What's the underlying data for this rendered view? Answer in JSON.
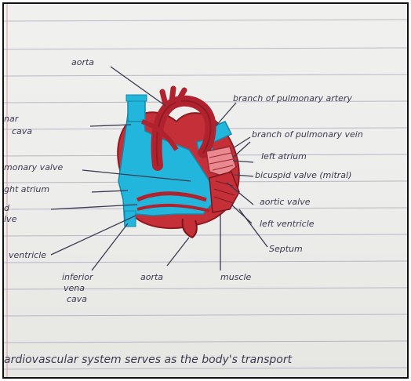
{
  "labels": {
    "aorta_top": "aorta",
    "branch_pulmonary_artery": "branch of pulmonary artery",
    "vena_cava_a": "nar",
    "vena_cava_b": "cava",
    "branch_pulmonary_vein": "branch of pulmonary vein",
    "left_atrium": "left atrium",
    "pulmonary_valve": "monary valve",
    "bicuspid_valve": "bicuspid valve (mitral)",
    "right_atrium": "ght atrium",
    "tricuspid_a": "d",
    "tricuspid_b": "lve",
    "aortic_valve": "aortic valve",
    "left_ventricle": "left ventricle",
    "septum": "Septum",
    "ventricle": "ventricle",
    "inferior_a": "inferior",
    "inferior_b": "vena",
    "inferior_c": "cava",
    "aorta_bottom": "aorta",
    "muscle": "muscle"
  },
  "sentence": "ardiovascular system serves as the body's transport",
  "colors": {
    "paper": "#eeeeec",
    "rule_line": "#9a9ab4",
    "margin_line": "#d9a0a8",
    "ink": "#3a3a52",
    "blue_marker": "#20b4d8",
    "red_marker": "#b0232e"
  }
}
